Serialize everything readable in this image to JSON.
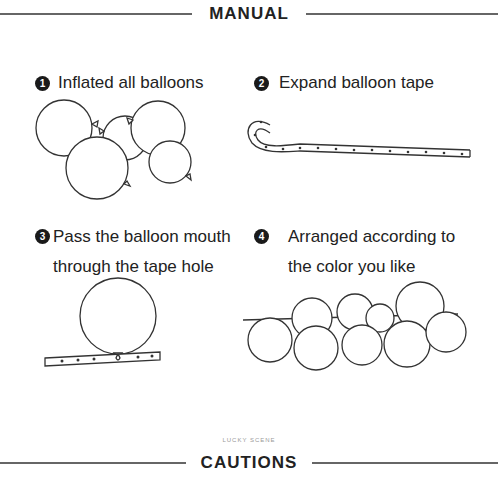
{
  "diagram": {
    "title": "MANUAL",
    "labels": [
      "1",
      "Inflated all balloons",
      "2",
      "Expand balloon tape",
      "3",
      "Pass the balloon mouth through the tape hole",
      "4",
      "Arranged according to the color you like",
      "LUCKY SCENE",
      "CAUTIONS"
    ]
  }
}
